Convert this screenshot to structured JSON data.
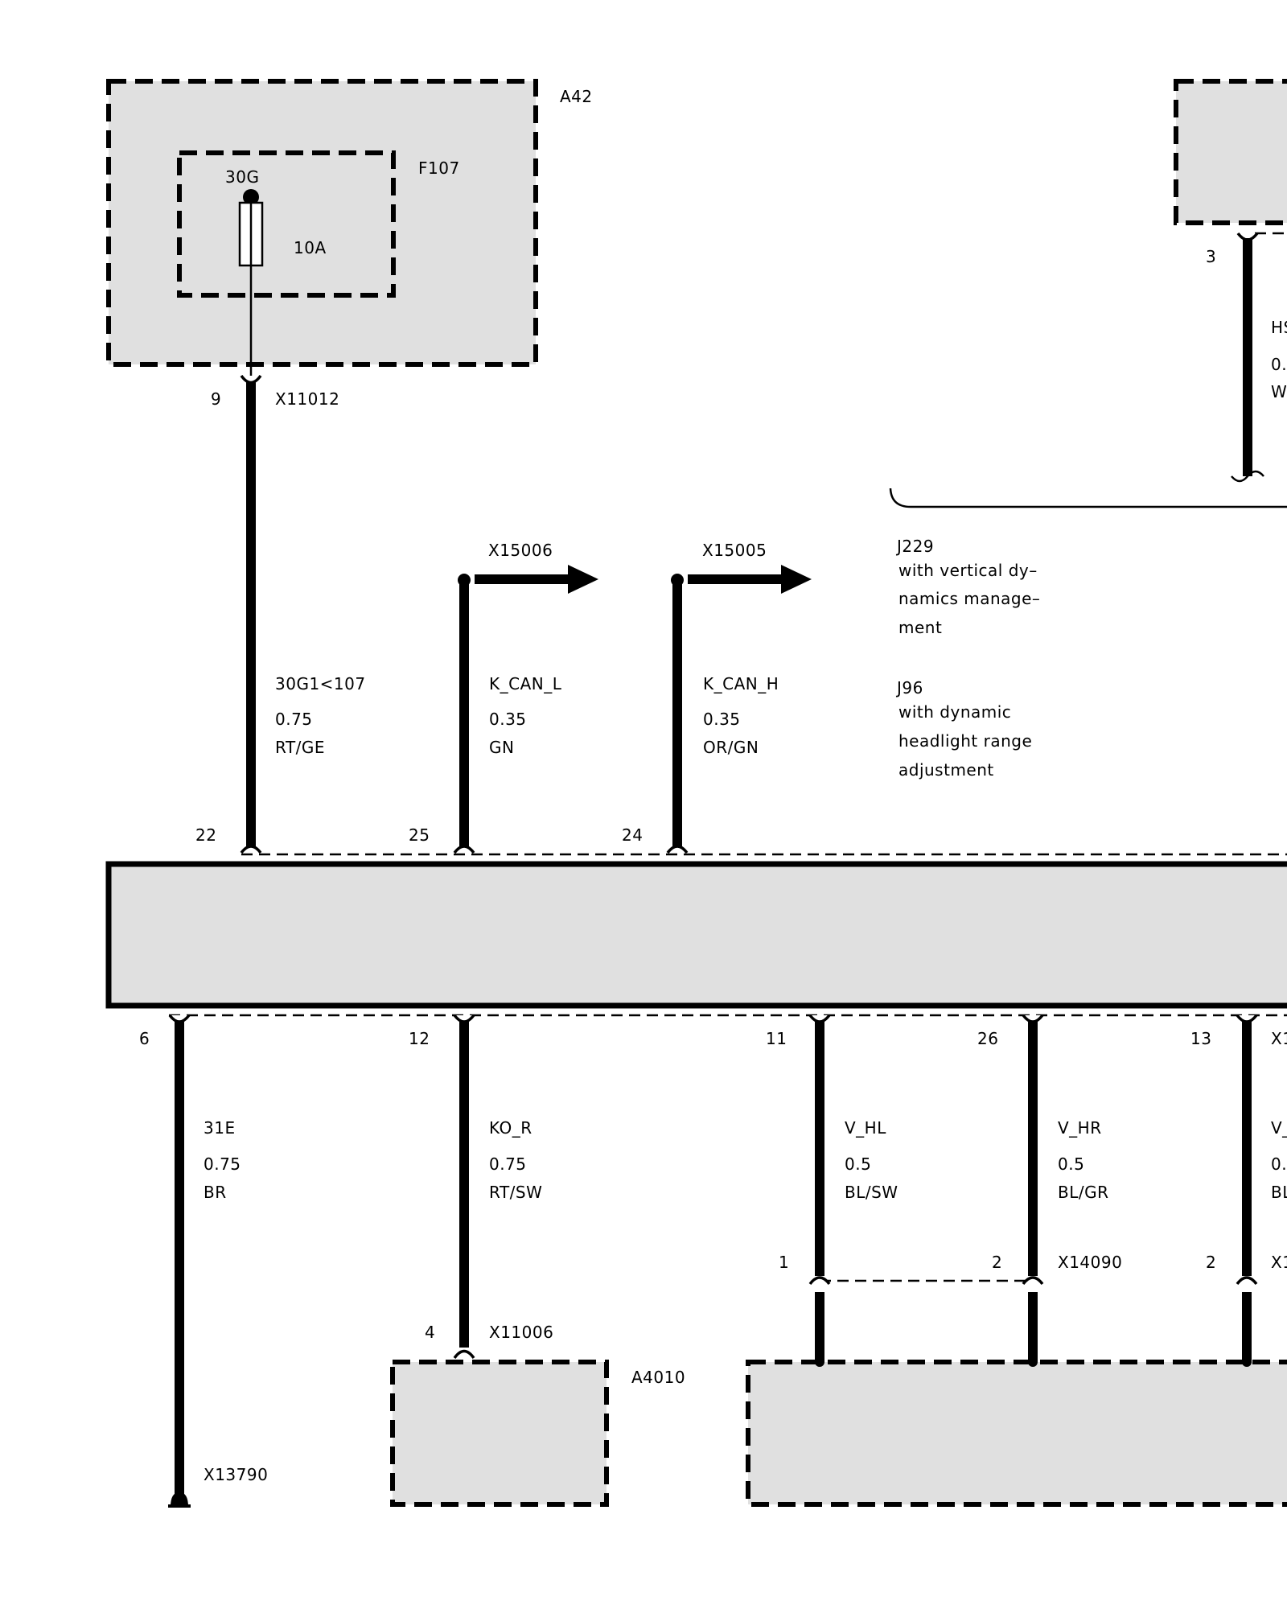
{
  "components": {
    "a42": "A42",
    "f107": "F107",
    "a4010": "A4010"
  },
  "fuse": {
    "terminal": "30G",
    "rating": "10A"
  },
  "connectors": {
    "x11012": "X11012",
    "x15006": "X15006",
    "x15005": "X15005",
    "x11006": "X11006",
    "x13790": "X13790",
    "x14090": "X14090",
    "x1_cut_a": "X1",
    "x1_cut_b": "X1"
  },
  "pins": {
    "p9": "9",
    "p22": "22",
    "p25": "25",
    "p24": "24",
    "p6": "6",
    "p12": "12",
    "p11": "11",
    "p26": "26",
    "p13": "13",
    "p4": "4",
    "p1": "1",
    "p2a": "2",
    "p2b": "2",
    "p3": "3"
  },
  "wires": {
    "w30g": {
      "signal": "30G1<107",
      "gauge": "0.75",
      "color": "RT/GE"
    },
    "kcanl": {
      "signal": "K_CAN_L",
      "gauge": "0.35",
      "color": "GN"
    },
    "kcanh": {
      "signal": "K_CAN_H",
      "gauge": "0.35",
      "color": "OR/GN"
    },
    "w31e": {
      "signal": "31E",
      "gauge": "0.75",
      "color": "BR"
    },
    "kor": {
      "signal": "KO_R",
      "gauge": "0.75",
      "color": "RT/SW"
    },
    "vhl": {
      "signal": "V_HL",
      "gauge": "0.5",
      "color": "BL/SW"
    },
    "vhr": {
      "signal": "V_HR",
      "gauge": "0.5",
      "color": "BL/GR"
    },
    "v_cut": {
      "signal": "V_",
      "gauge": "0.",
      "color": "BL"
    },
    "hs_cut": {
      "signal": "HS",
      "gauge": "0.",
      "color": "WS"
    }
  },
  "variants": {
    "j229_code": "J229",
    "j229_line1": "with vertical dy–",
    "j229_line2": "namics manage–",
    "j229_line3": "ment",
    "j96_code": "J96",
    "j96_line1": "with dynamic",
    "j96_line2": "headlight range",
    "j96_line3": "adjustment"
  }
}
